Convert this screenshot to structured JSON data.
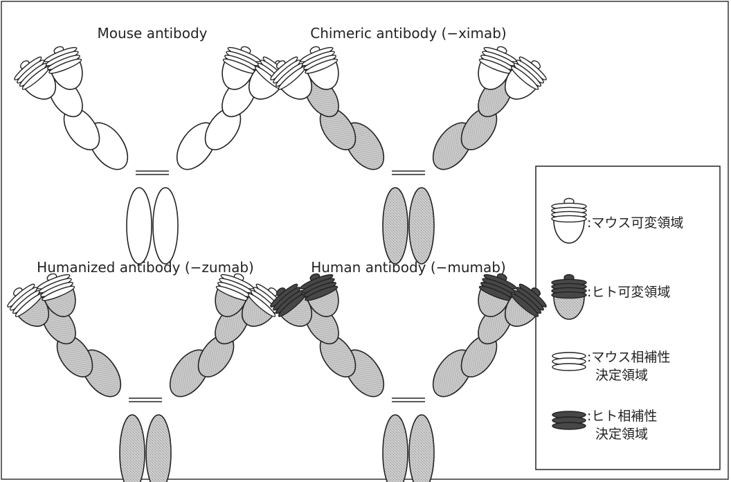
{
  "panels": [
    {
      "id": "mouse",
      "title": "Mouse antibody",
      "variable": "mouse",
      "cdr": "mouse",
      "constant": "mouse"
    },
    {
      "id": "chimeric",
      "title": "Chimeric antibody (−ximab)",
      "variable": "mouse",
      "cdr": "mouse",
      "constant": "human"
    },
    {
      "id": "humanized",
      "title": "Humanized antibody (−zumab)",
      "variable": "human",
      "cdr": "mouse",
      "constant": "human"
    },
    {
      "id": "human",
      "title": "Human antibody (−mumab)",
      "variable": "human",
      "cdr": "human",
      "constant": "human"
    }
  ],
  "legend": {
    "items": [
      {
        "kind": "mouse-variable",
        "lines": [
          ":マウス可変領域"
        ]
      },
      {
        "kind": "human-variable",
        "lines": [
          ":ヒト可変領域"
        ]
      },
      {
        "kind": "mouse-cdr",
        "lines": [
          ":マウス相補性",
          "決定領域"
        ]
      },
      {
        "kind": "human-cdr",
        "lines": [
          ":ヒト相補性",
          "決定領域"
        ]
      }
    ]
  },
  "colors": {
    "mouse_fill": "#ffffff",
    "human_fill": "#c2c2c2",
    "human_cdr_fill": "#474747",
    "outline": "#222222"
  }
}
